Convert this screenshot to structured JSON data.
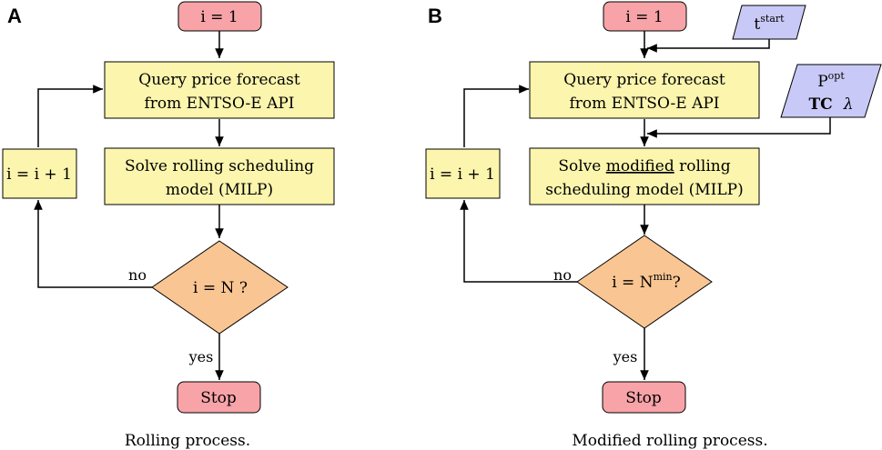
{
  "colors": {
    "start_stop_fill": "#f7a3a8",
    "process_fill": "#fbf5ad",
    "decision_fill": "#f9c592",
    "input_fill": "#c9c9f7",
    "stroke": "#000000"
  },
  "panel_a": {
    "label": "A",
    "start": "i = 1",
    "query_line1": "Query price forecast",
    "query_line2": "from ENTSO-E API",
    "solve_line1": "Solve rolling scheduling",
    "solve_line2": "model (MILP)",
    "increment": "i = i + 1",
    "decision": "i = N ?",
    "no_label": "no",
    "yes_label": "yes",
    "stop": "Stop",
    "caption": "Rolling process."
  },
  "panel_b": {
    "label": "B",
    "start": "i = 1",
    "tstart_base": "t",
    "tstart_sup": "start",
    "popt_base": "P",
    "popt_sup": "opt",
    "tc": "TC",
    "lambda": "λ",
    "query_line1": "Query price forecast",
    "query_line2": "from ENTSO-E API",
    "solve_line1_pre": "Solve ",
    "solve_line1_under": "modified",
    "solve_line1_post": " rolling",
    "solve_line2": "scheduling model (MILP)",
    "increment": "i = i + 1",
    "decision_base": "i = N",
    "decision_sup": "min",
    "decision_q": "?",
    "no_label": "no",
    "yes_label": "yes",
    "stop": "Stop",
    "caption": "Modified rolling process."
  }
}
